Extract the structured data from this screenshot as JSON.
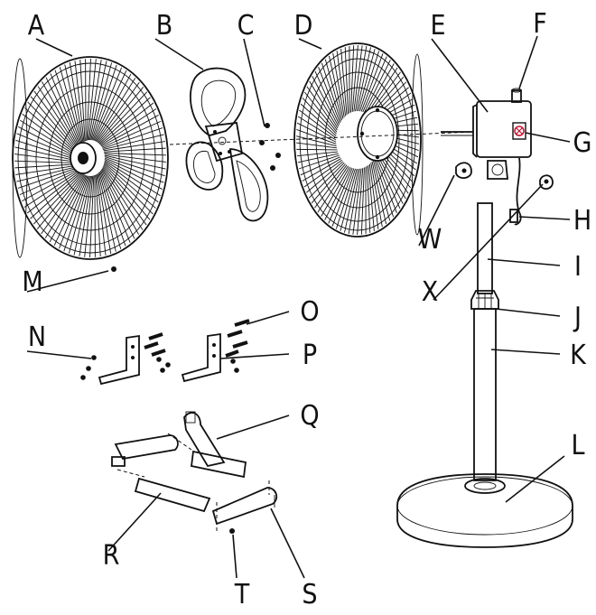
{
  "labels": {
    "A": "A",
    "B": "B",
    "C": "C",
    "D": "D",
    "E": "E",
    "F": "F",
    "G": "G",
    "H": "H",
    "I": "I",
    "J": "J",
    "K": "K",
    "L": "L",
    "M": "M",
    "N": "N",
    "O": "O",
    "P": "P",
    "Q": "Q",
    "R": "R",
    "S": "S",
    "T": "T",
    "W": "W",
    "X": "X"
  }
}
